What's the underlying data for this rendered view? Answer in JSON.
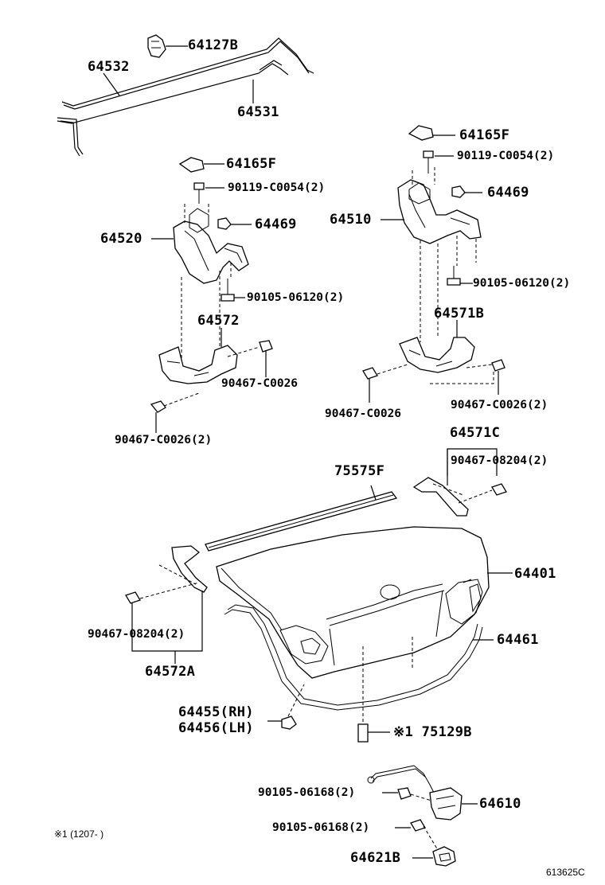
{
  "parts": {
    "p64127B": "64127B",
    "p64532": "64532",
    "p64531": "64531",
    "p64165F_right": "64165F",
    "p90119_right": "90119-C0054(2)",
    "p64469_right": "64469",
    "p64510": "64510",
    "p90105_06120_right": "90105-06120(2)",
    "p64571B": "64571B",
    "p90467_C0026_a": "90467-C0026",
    "p90467_C0026_2_right": "90467-C0026(2)",
    "p64165F_left": "64165F",
    "p90119_left": "90119-C0054(2)",
    "p64469_left": "64469",
    "p64520": "64520",
    "p90105_06120_left": "90105-06120(2)",
    "p64572": "64572",
    "p90467_C0026_b": "90467-C0026",
    "p90467_C0026_2_left": "90467-C0026(2)",
    "p64571C": "64571C",
    "p90467_08204_right": "90467-08204(2)",
    "p75575F": "75575F",
    "p64401": "64401",
    "p90467_08204_left": "90467-08204(2)",
    "p64572A": "64572A",
    "p64461": "64461",
    "p64455": "64455(RH)",
    "p64456": "64456(LH)",
    "p75129B": "※1 75129B",
    "p90105_06168_a": "90105-06168(2)",
    "p64610": "64610",
    "p90105_06168_b": "90105-06168(2)",
    "p64621B": "64621B"
  },
  "footnote": "※1 (1207-        )",
  "diagram_id": "613625C"
}
